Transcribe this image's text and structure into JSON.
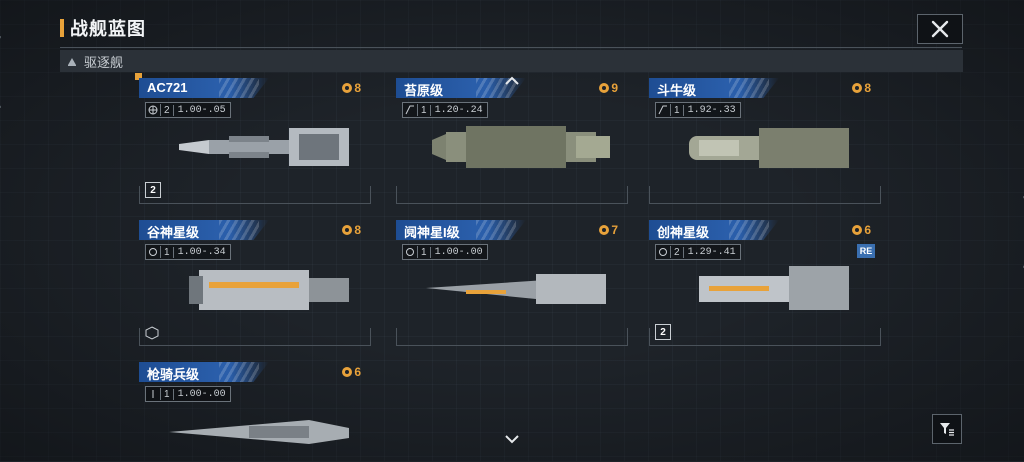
{
  "header": {
    "title": "战舰蓝图"
  },
  "filter": {
    "label": "驱逐舰"
  },
  "cards": [
    {
      "name": "AC721",
      "cost": "8",
      "level": "2",
      "ratio": "1.00-.05",
      "badge": "2"
    },
    {
      "name": "苔原级",
      "cost": "9",
      "level": "1",
      "ratio": "1.20-.24"
    },
    {
      "name": "斗牛级",
      "cost": "8",
      "level": "1",
      "ratio": "1.92-.33"
    },
    {
      "name": "谷神星级",
      "cost": "8",
      "level": "1",
      "ratio": "1.00-.34"
    },
    {
      "name": "阋神星I级",
      "cost": "7",
      "level": "1",
      "ratio": "1.00-.00"
    },
    {
      "name": "创神星级",
      "cost": "6",
      "level": "2",
      "ratio": "1.29-.41",
      "re": "RE",
      "badge": "2"
    },
    {
      "name": "枪骑兵级",
      "cost": "6",
      "level": "1",
      "ratio": "1.00-.00"
    }
  ],
  "colors": {
    "accent": "#e8a23a",
    "tab_blue": "#2a5eaa",
    "background": "#1e2329"
  },
  "icons": [
    "close-icon",
    "warship-type-icon",
    "coin-icon",
    "chevron-up-icon",
    "chevron-down-icon",
    "filter-icon"
  ]
}
